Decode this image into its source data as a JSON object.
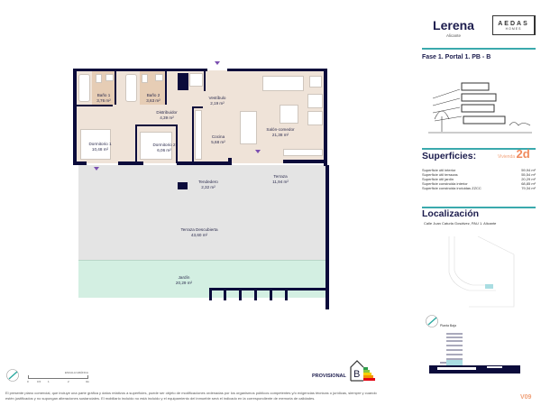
{
  "header": {
    "project_name": "Lerena",
    "location": "Alicante",
    "brand": {
      "name": "AEDAS",
      "sub": "HOMES"
    },
    "unit_reference": "Fase 1. Portal 1. PB - B"
  },
  "floor_plan": {
    "rooms": [
      {
        "name": "Baño 1",
        "area": "3,76 m²"
      },
      {
        "name": "Baño 2",
        "area": "3,63 m²"
      },
      {
        "name": "Distribuidor",
        "area": "4,39 m²"
      },
      {
        "name": "Vestíbulo",
        "area": "2,19 m²"
      },
      {
        "name": "Dormitorio 1",
        "area": "10,48 m²"
      },
      {
        "name": "Dormitorio 2",
        "area": "6,06 m²"
      },
      {
        "name": "Cocina",
        "area": "5,68 m²"
      },
      {
        "name": "Salón-comedor",
        "area": "21,38 m²"
      },
      {
        "name": "Tendedero",
        "area": "2,32 m²"
      },
      {
        "name": "Terraza",
        "area": "11,94 m²"
      },
      {
        "name": "Terraza Descubierta",
        "area": "43,60 m²"
      },
      {
        "name": "Jardín",
        "area": "20,29 m²"
      }
    ],
    "scale": {
      "label": "ESCALA GRÁFICA",
      "ticks": [
        "0",
        "0,5",
        "1",
        "2",
        "3m"
      ]
    },
    "colors": {
      "wall": "#0b0b3b",
      "interior": "#efe3d8",
      "bathroom": "#e6cdb5",
      "terrace": "#e4e4e4",
      "garden": "#d3efe2",
      "entry_marker": "#7b4fb0"
    }
  },
  "superficies": {
    "title": "Superficies:",
    "type_label": "Vivienda",
    "type_value": "2d",
    "rows": [
      {
        "label": "Superficie útil interior",
        "value": "59,94 m²"
      },
      {
        "label": "Superficie útil terrazas",
        "value": "55,54 m²"
      },
      {
        "label": "Superficie útil jardín",
        "value": "20,29 m²"
      },
      {
        "label": "Superficie construida interior",
        "value": "68,85 m²"
      },
      {
        "label": "Superficie construida incluidas ZZCC",
        "value": "79,34 m²"
      }
    ]
  },
  "localizacion": {
    "title": "Localización",
    "address": "Calle Juan Caturla Gosálvez, PAU 1. Alicante",
    "floor_label": "Planta Baja"
  },
  "energy": {
    "status": "PROVISIONAL",
    "rating": "B",
    "bar_colors": [
      "#2e9d4a",
      "#8cc63f",
      "#f5d000",
      "#f39200",
      "#e30613"
    ]
  },
  "footer": {
    "disclaimer_line1": "El presente plano comercial, que incluye una parte gráfica y datos relativos a superficies, puede ser objeto de modificaciones ordenadas por los organismos públicos competentes y/o exigencias técnicas o jurídicas, siempre y cuando",
    "disclaimer_line2": "estén justificados y no supongan alteraciones sustanciales. El mobiliario incluido no está incluido y el equipamiento del inmueble será el indicado en la correspondiente de memoria de calidades.",
    "code": "V09"
  }
}
